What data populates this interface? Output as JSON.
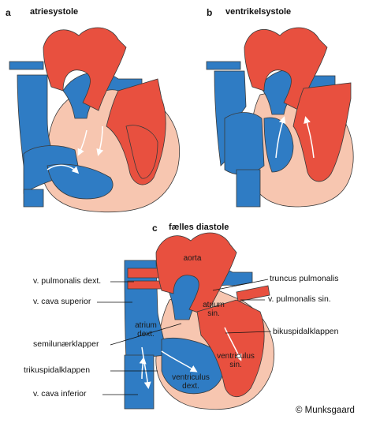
{
  "colors": {
    "red": "#e8503f",
    "blue": "#2f7cc4",
    "pink": "#f7c6b0",
    "outline": "#3a3a3a"
  },
  "panels": [
    {
      "letter": "a",
      "title": "atriesystole"
    },
    {
      "letter": "b",
      "title": "ventrikelsystole"
    },
    {
      "letter": "c",
      "title": "fælles diastole"
    }
  ],
  "labels_left": [
    "v. pulmonalis dext.",
    "v. cava superior",
    "semilunærklapper",
    "trikuspidalklappen",
    "v. cava inferior"
  ],
  "labels_right": [
    "truncus pulmonalis",
    "v. pulmonalis sin.",
    "bikuspidalklappen"
  ],
  "inner_labels": {
    "aorta": "aorta",
    "atrium_dext": "atrium\ndext.",
    "atrium_sin": "atrium\nsin.",
    "ventriculus_dext": "ventriculus\ndext.",
    "ventriculus_sin": "ventriculus\nsin."
  },
  "copyright": "© Munksgaard"
}
